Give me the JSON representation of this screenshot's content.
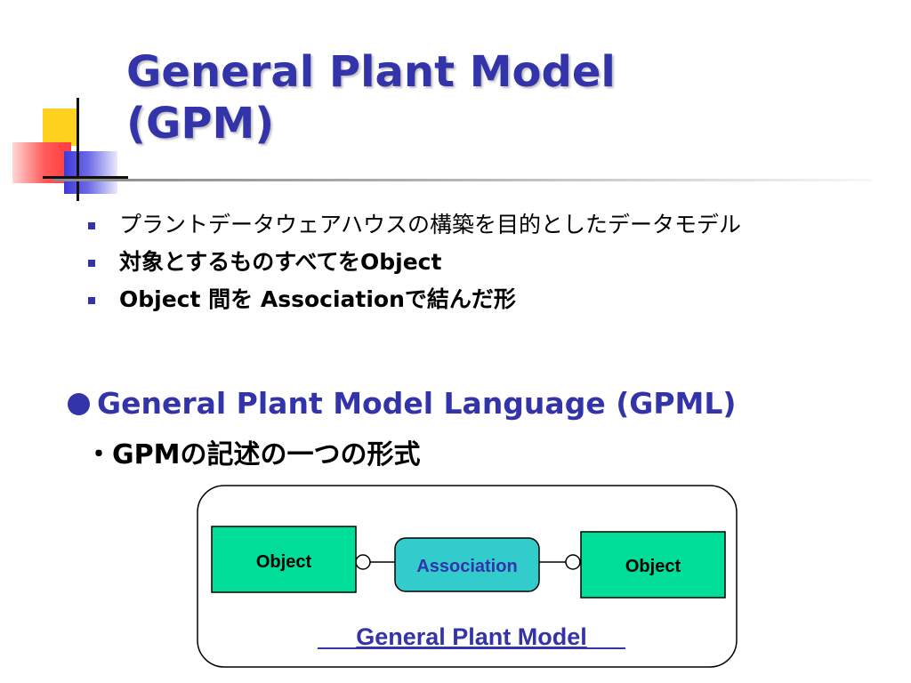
{
  "title": {
    "line1": "General Plant Model",
    "line2": "(GPM)"
  },
  "bullets": [
    "プラントデータウェアハウスの構築を目的としたデータモデル",
    "対象とするものすべてをObject",
    "Object 間を Associationで結んだ形"
  ],
  "gpml": {
    "heading": "General Plant Model Language (GPML)",
    "subheading": "・GPMの記述の一つの形式"
  },
  "diagram": {
    "left_object_label": "Object",
    "association_label": "Association",
    "right_object_label": "Object",
    "caption": "General Plant Model"
  },
  "colors": {
    "title": "#3333aa",
    "bullet_marker": "#3333aa",
    "object_fill": "#00dd99",
    "association_fill": "#33cccc",
    "association_text": "#3333aa",
    "caption_text": "#3333aa"
  }
}
